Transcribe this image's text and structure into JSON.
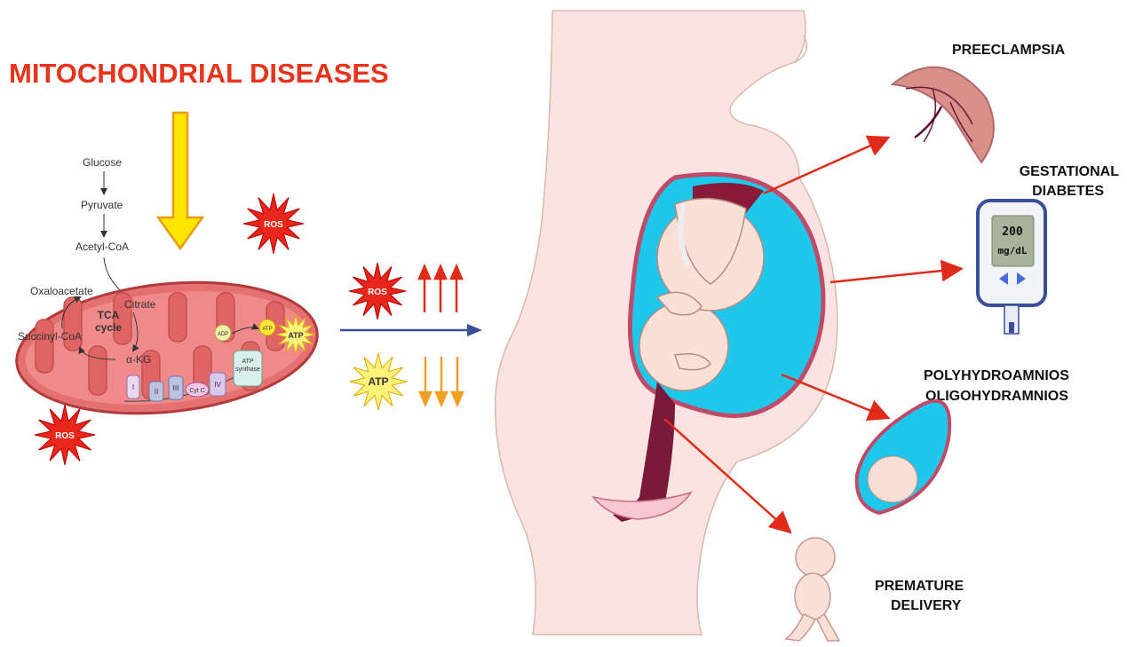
{
  "title": "MITOCHONDRIAL DISEASES",
  "pathway": {
    "glucose": "Glucose",
    "pyruvate": "Pyruvate",
    "acetyl_coa": "Acetyl-CoA",
    "citrate": "Citrate",
    "oxaloacetate": "Oxaloacetate",
    "succinyl_coa": "Succinyl-CoA",
    "akg": "α-KG",
    "tca_line1": "TCA",
    "tca_line2": "cycle"
  },
  "etc": {
    "c1": "I",
    "c2": "II",
    "c3": "III",
    "cytc": "Cyt C",
    "c4": "IV",
    "adp": "ADP",
    "atp_small": "ATP",
    "synthase_line1": "ATP",
    "synthase_line2": "synthase",
    "atp_burst": "ATP"
  },
  "ros_label": "ROS",
  "atp_label": "ATP",
  "glucometer": {
    "value": "200",
    "unit": "mg/dL"
  },
  "outcomes": {
    "preeclampsia": "PREECLAMPSIA",
    "gestational_1": "GESTATIONAL",
    "gestational_2": "DIABETES",
    "amnios_1": "POLYHYDROAMNIOS",
    "amnios_2": "OLIGOHYDRAMNIOS",
    "premature_1": "PREMATURE",
    "premature_2": "DELIVERY"
  },
  "colors": {
    "title_red": "#e8341c",
    "arrow_red": "#e02a1a",
    "yellow": "#ffe600",
    "mito": "#e16e6e",
    "skin": "#fbe4df",
    "amniotic": "#1ec8ea",
    "uterus_wall": "#c04a6a",
    "blue_arrow": "#3a4f9a"
  }
}
